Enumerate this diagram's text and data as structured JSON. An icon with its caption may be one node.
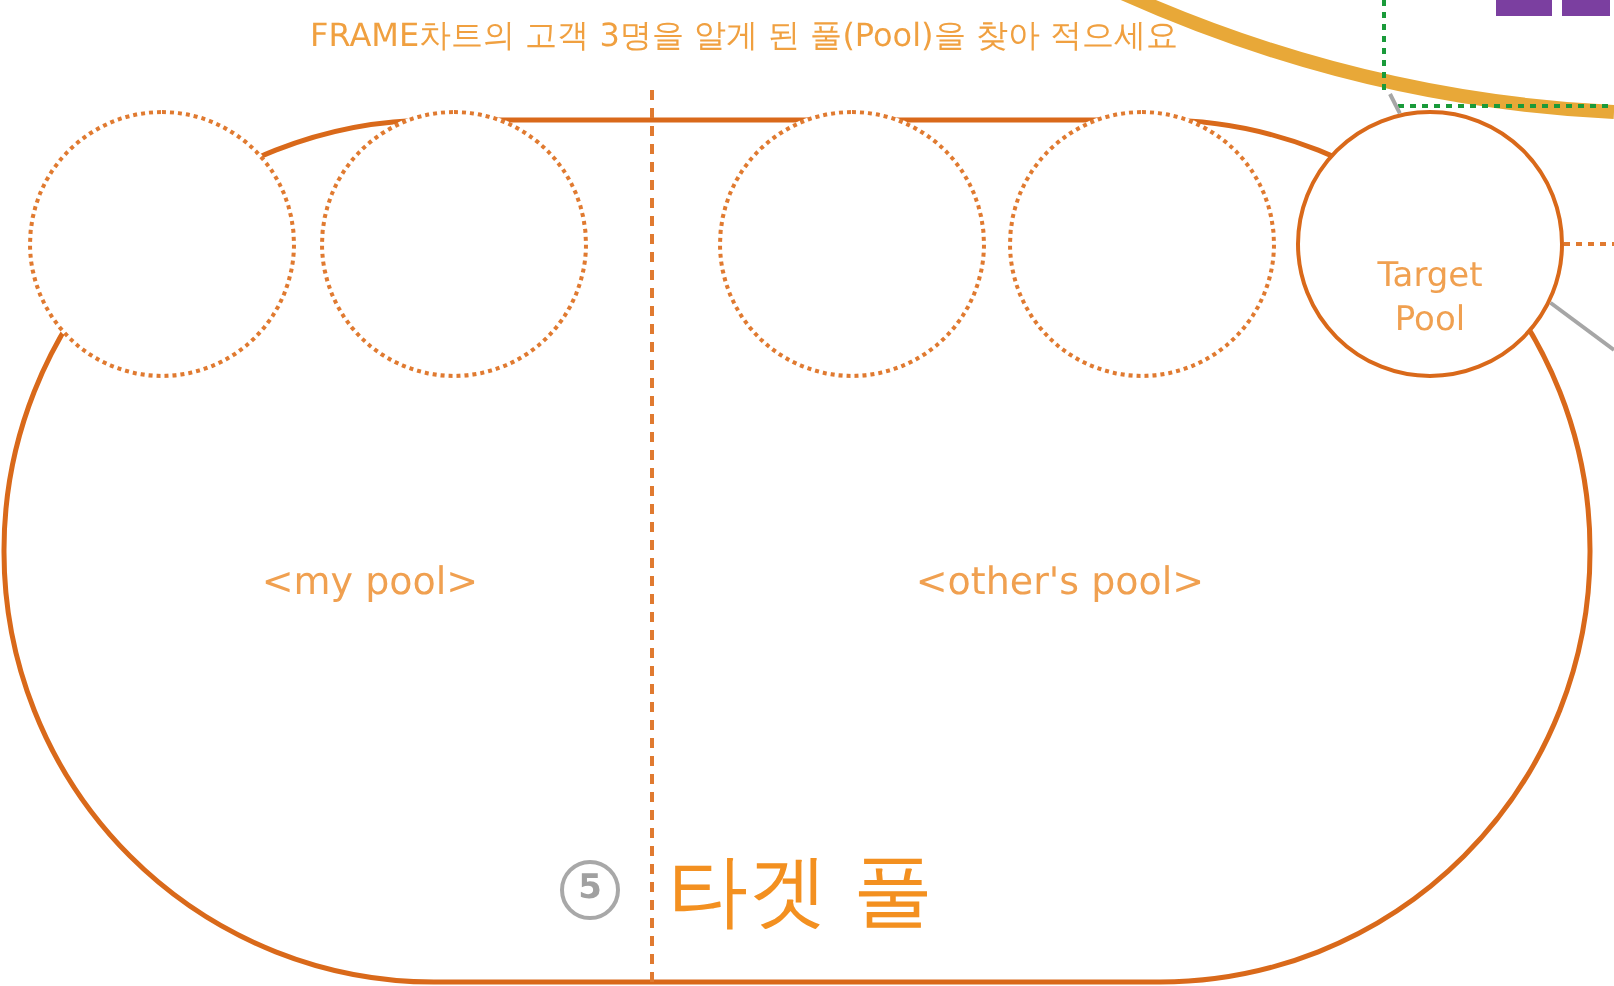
{
  "diagram": {
    "title": "타겟 풀",
    "nodes": [
      {
        "text": [],
        "shape": "circle"
      },
      {
        "text": [],
        "shape": "circle"
      },
      {
        "text": [],
        "shape": "circle"
      },
      {
        "text": [],
        "shape": "circle"
      },
      {
        "text": [
          "Target Pool"
        ]
      }
    ],
    "edges": [
      {
        "from": 4,
        "to": null,
        "arrow": "none",
        "color": "#a6a6a6"
      },
      {
        "from": 4,
        "to": null,
        "arrow": "none",
        "color": "#a6a6a6"
      },
      {
        "from": 4,
        "to": null,
        "arrow": "none",
        "style": "dashed",
        "color": "#e07a30"
      }
    ],
    "labels": [
      "FRAME차트의 고객 3명을 알게 된 풀(Pool)을 찾아 적으세요",
      "<my pool>",
      "<other's pool>",
      "5"
    ]
  }
}
